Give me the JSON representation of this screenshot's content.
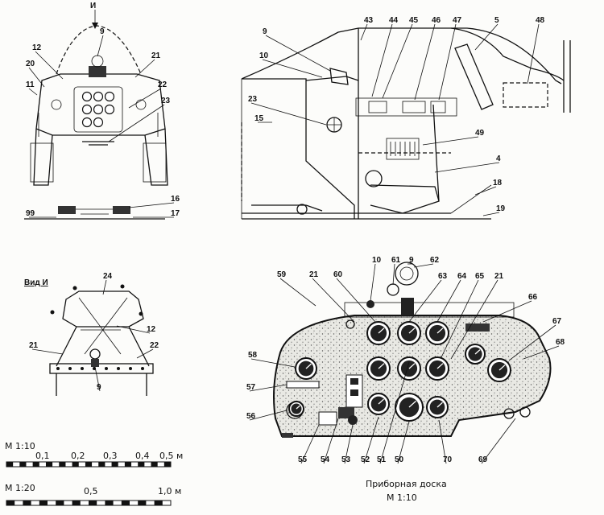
{
  "views": {
    "front_callouts": [
      "9",
      "12",
      "20",
      "11",
      "21",
      "22",
      "23",
      "16",
      "17",
      "99"
    ],
    "arrow_label": "И",
    "side_callouts": [
      "9",
      "10",
      "43",
      "44",
      "45",
      "46",
      "47",
      "5",
      "48",
      "23",
      "15",
      "49",
      "4",
      "18",
      "19"
    ],
    "view_i_title": "Вид И",
    "view_i_callouts": [
      "24",
      "12",
      "21",
      "22",
      "9"
    ],
    "panel_callouts": [
      "59",
      "21",
      "60",
      "10",
      "61",
      "9",
      "62",
      "63",
      "64",
      "65",
      "21",
      "66",
      "67",
      "68",
      "58",
      "57",
      "56",
      "55",
      "54",
      "53",
      "52",
      "51",
      "50",
      "70",
      "69"
    ]
  },
  "scales": [
    {
      "label": "M 1:10",
      "ticks": [
        "0,1",
        "0,2",
        "0,3",
        "0,4",
        "0,5 м"
      ]
    },
    {
      "label": "M 1:20",
      "ticks": [
        "0,5",
        "1,0 м"
      ]
    }
  ],
  "panel_caption": {
    "title": "Приборная доска",
    "scale": "M 1:10"
  }
}
